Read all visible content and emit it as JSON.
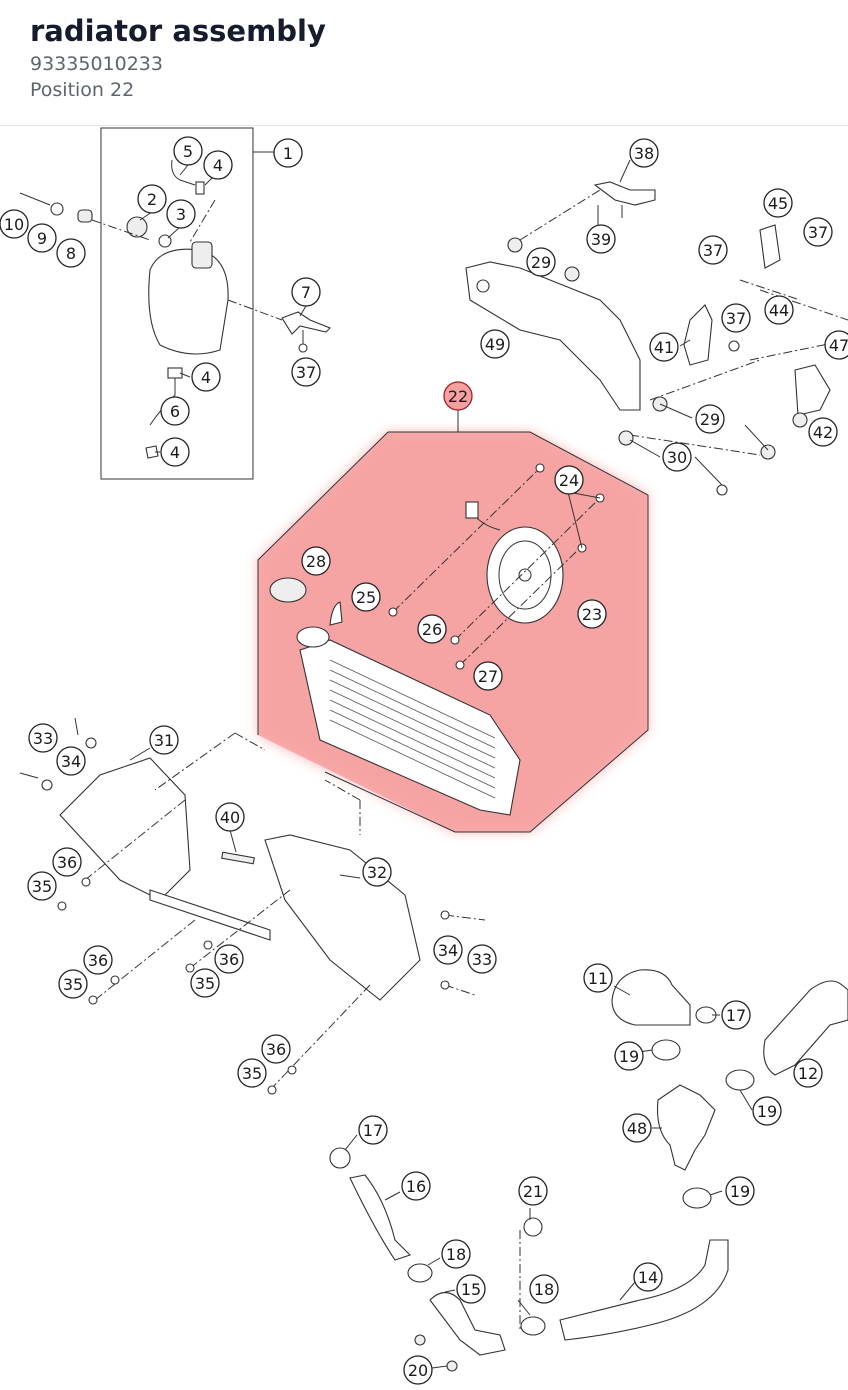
{
  "header": {
    "title": "radiator assembly",
    "part_number": "93335010233",
    "position": "Position 22"
  },
  "colors": {
    "highlight": "#f6a0a0",
    "highlight_border": "#a02020",
    "text": "#161b2e",
    "muted": "#5c6470"
  },
  "diagram": {
    "selected": "22",
    "callouts": [
      "1",
      "2",
      "3",
      "4",
      "5",
      "6",
      "7",
      "8",
      "9",
      "10",
      "11",
      "12",
      "14",
      "15",
      "16",
      "17",
      "18",
      "19",
      "20",
      "21",
      "22",
      "23",
      "24",
      "25",
      "26",
      "27",
      "28",
      "29",
      "30",
      "31",
      "32",
      "33",
      "34",
      "35",
      "36",
      "37",
      "38",
      "39",
      "40",
      "41",
      "42",
      "44",
      "45",
      "47",
      "48",
      "49"
    ]
  }
}
